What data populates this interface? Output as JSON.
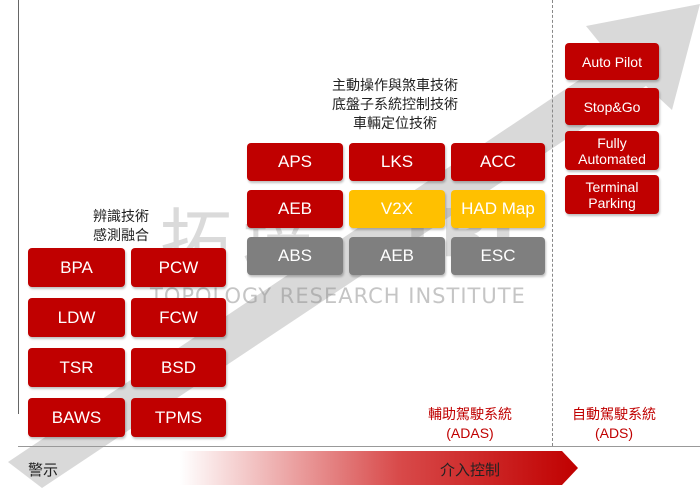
{
  "groups": {
    "warning": {
      "caption": [
        "辨識技術",
        "感測融合"
      ],
      "boxes": [
        "BPA",
        "PCW",
        "LDW",
        "FCW",
        "TSR",
        "BSD",
        "BAWS",
        "TPMS"
      ]
    },
    "control": {
      "caption": [
        "主動操作與煞車技術",
        "底盤子系統控制技術",
        "車輛定位技術"
      ],
      "row1": [
        "APS",
        "LKS",
        "ACC"
      ],
      "row2": [
        "AEB",
        "V2X",
        "HAD Map"
      ],
      "row3": [
        "ABS",
        "AEB",
        "ESC"
      ]
    },
    "ads": {
      "boxes": [
        "Auto Pilot",
        "Stop&Go",
        "Fully\nAutomated",
        "Terminal\nParking"
      ]
    }
  },
  "labels": {
    "adas": [
      "輔助駕駛系統",
      "(ADAS)"
    ],
    "ads": [
      "自動駕駛系統",
      "(ADS)"
    ],
    "warning": "警示",
    "intervention": "介入控制"
  },
  "watermark": {
    "logo": "拓墣",
    "brand": "TRI",
    "name": "TOPOLOGY RESEARCH INSTITUTE"
  },
  "colors": {
    "red": "#c00000",
    "yellow": "#ffc000",
    "gray": "#7f7f7f",
    "arrow": "#d9d9d9"
  }
}
